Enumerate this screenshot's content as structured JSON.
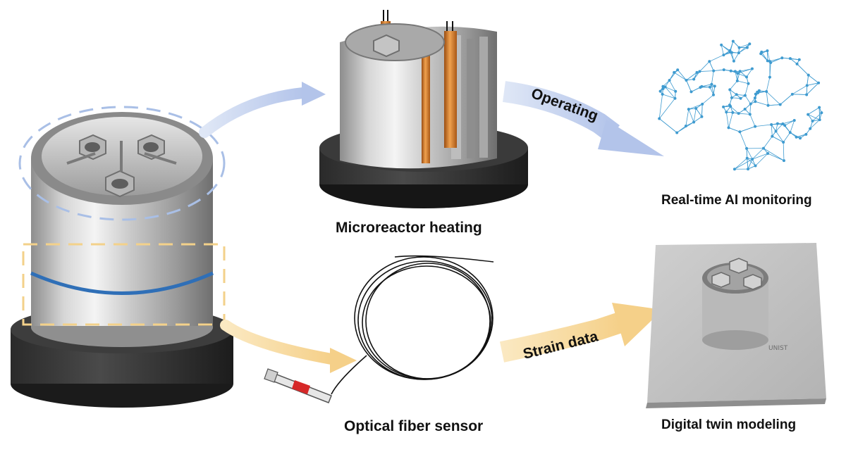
{
  "captions": {
    "microreactor_heating": "Microreactor heating",
    "real_time_ai": "Real-time AI monitoring",
    "optical_fiber": "Optical fiber sensor",
    "digital_twin": "Digital twin modeling"
  },
  "arrows": {
    "operating": "Operating",
    "strain_data": "Strain data"
  },
  "plate_marking": "UNIST",
  "colors": {
    "blue_arrow": "#b9c8e9",
    "yellow_arrow": "#f7dca0",
    "blue_dash": "#a9bfe6",
    "yellow_dash": "#f3d18a",
    "sensor_ring": "#2f6fb7",
    "heater_rod": "#d9812a",
    "brain_net": "#3f9bd0"
  }
}
